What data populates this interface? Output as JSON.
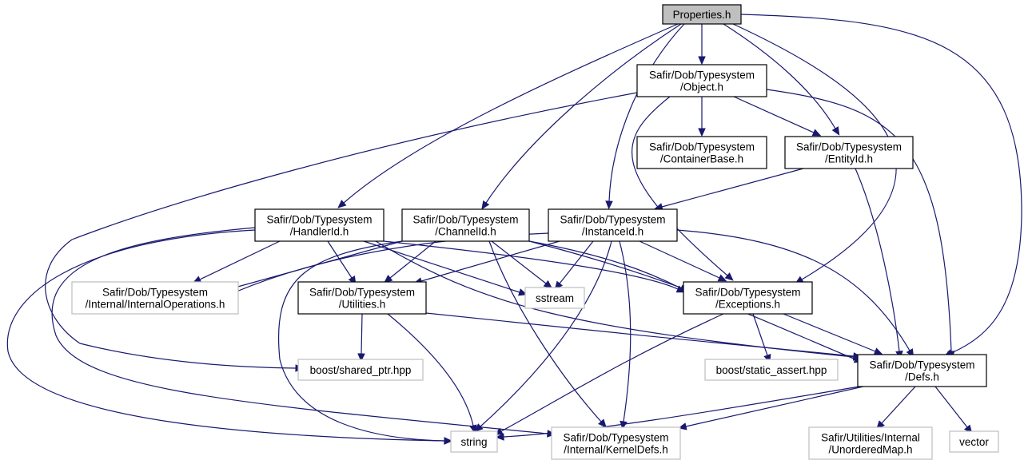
{
  "colors": {
    "edge": "#191970",
    "node_border": "#000000",
    "node_border_external": "#bfbfbf",
    "root_fill": "#bfbfbf",
    "node_fill": "#ffffff",
    "text": "#000000"
  },
  "nodes": [
    {
      "id": "properties",
      "lines": [
        "Properties.h"
      ],
      "kind": "root"
    },
    {
      "id": "object",
      "lines": [
        "Safir/Dob/Typesystem",
        "/Object.h"
      ],
      "kind": "internal"
    },
    {
      "id": "containerbase",
      "lines": [
        "Safir/Dob/Typesystem",
        "/ContainerBase.h"
      ],
      "kind": "internal"
    },
    {
      "id": "entityid",
      "lines": [
        "Safir/Dob/Typesystem",
        "/EntityId.h"
      ],
      "kind": "internal"
    },
    {
      "id": "handlerid",
      "lines": [
        "Safir/Dob/Typesystem",
        "/HandlerId.h"
      ],
      "kind": "internal"
    },
    {
      "id": "channelid",
      "lines": [
        "Safir/Dob/Typesystem",
        "/ChannelId.h"
      ],
      "kind": "internal"
    },
    {
      "id": "instanceid",
      "lines": [
        "Safir/Dob/Typesystem",
        "/InstanceId.h"
      ],
      "kind": "internal"
    },
    {
      "id": "internalops",
      "lines": [
        "Safir/Dob/Typesystem",
        "/Internal/InternalOperations.h"
      ],
      "kind": "external"
    },
    {
      "id": "utilities",
      "lines": [
        "Safir/Dob/Typesystem",
        "/Utilities.h"
      ],
      "kind": "internal"
    },
    {
      "id": "sstream",
      "lines": [
        "sstream"
      ],
      "kind": "external"
    },
    {
      "id": "exceptions",
      "lines": [
        "Safir/Dob/Typesystem",
        "/Exceptions.h"
      ],
      "kind": "internal"
    },
    {
      "id": "sharedptr",
      "lines": [
        "boost/shared_ptr.hpp"
      ],
      "kind": "external"
    },
    {
      "id": "staticassert",
      "lines": [
        "boost/static_assert.hpp"
      ],
      "kind": "external"
    },
    {
      "id": "defs",
      "lines": [
        "Safir/Dob/Typesystem",
        "/Defs.h"
      ],
      "kind": "internal"
    },
    {
      "id": "string",
      "lines": [
        "string"
      ],
      "kind": "external"
    },
    {
      "id": "kerneldefs",
      "lines": [
        "Safir/Dob/Typesystem",
        "/Internal/KernelDefs.h"
      ],
      "kind": "external"
    },
    {
      "id": "unorderedmap",
      "lines": [
        "Safir/Utilities/Internal",
        "/UnorderedMap.h"
      ],
      "kind": "external"
    },
    {
      "id": "vector",
      "lines": [
        "vector"
      ],
      "kind": "external"
    }
  ],
  "edges": [
    [
      "properties",
      "object"
    ],
    [
      "properties",
      "entityid"
    ],
    [
      "properties",
      "handlerid"
    ],
    [
      "properties",
      "channelid"
    ],
    [
      "properties",
      "instanceid"
    ],
    [
      "properties",
      "exceptions"
    ],
    [
      "properties",
      "defs"
    ],
    [
      "object",
      "containerbase"
    ],
    [
      "object",
      "entityid"
    ],
    [
      "object",
      "exceptions"
    ],
    [
      "object",
      "defs"
    ],
    [
      "object",
      "sharedptr"
    ],
    [
      "entityid",
      "instanceid"
    ],
    [
      "entityid",
      "defs"
    ],
    [
      "handlerid",
      "internalops"
    ],
    [
      "handlerid",
      "utilities"
    ],
    [
      "handlerid",
      "sstream"
    ],
    [
      "handlerid",
      "exceptions"
    ],
    [
      "handlerid",
      "defs"
    ],
    [
      "handlerid",
      "string"
    ],
    [
      "handlerid",
      "kerneldefs"
    ],
    [
      "channelid",
      "internalops"
    ],
    [
      "channelid",
      "utilities"
    ],
    [
      "channelid",
      "sstream"
    ],
    [
      "channelid",
      "exceptions"
    ],
    [
      "channelid",
      "defs"
    ],
    [
      "channelid",
      "string"
    ],
    [
      "channelid",
      "kerneldefs"
    ],
    [
      "instanceid",
      "internalops"
    ],
    [
      "instanceid",
      "utilities"
    ],
    [
      "instanceid",
      "sstream"
    ],
    [
      "instanceid",
      "exceptions"
    ],
    [
      "instanceid",
      "defs"
    ],
    [
      "instanceid",
      "string"
    ],
    [
      "instanceid",
      "kerneldefs"
    ],
    [
      "utilities",
      "sharedptr"
    ],
    [
      "utilities",
      "string"
    ],
    [
      "utilities",
      "defs"
    ],
    [
      "exceptions",
      "staticassert"
    ],
    [
      "exceptions",
      "string"
    ],
    [
      "exceptions",
      "defs"
    ],
    [
      "defs",
      "string"
    ],
    [
      "defs",
      "kerneldefs"
    ],
    [
      "defs",
      "unorderedmap"
    ],
    [
      "defs",
      "vector"
    ]
  ]
}
